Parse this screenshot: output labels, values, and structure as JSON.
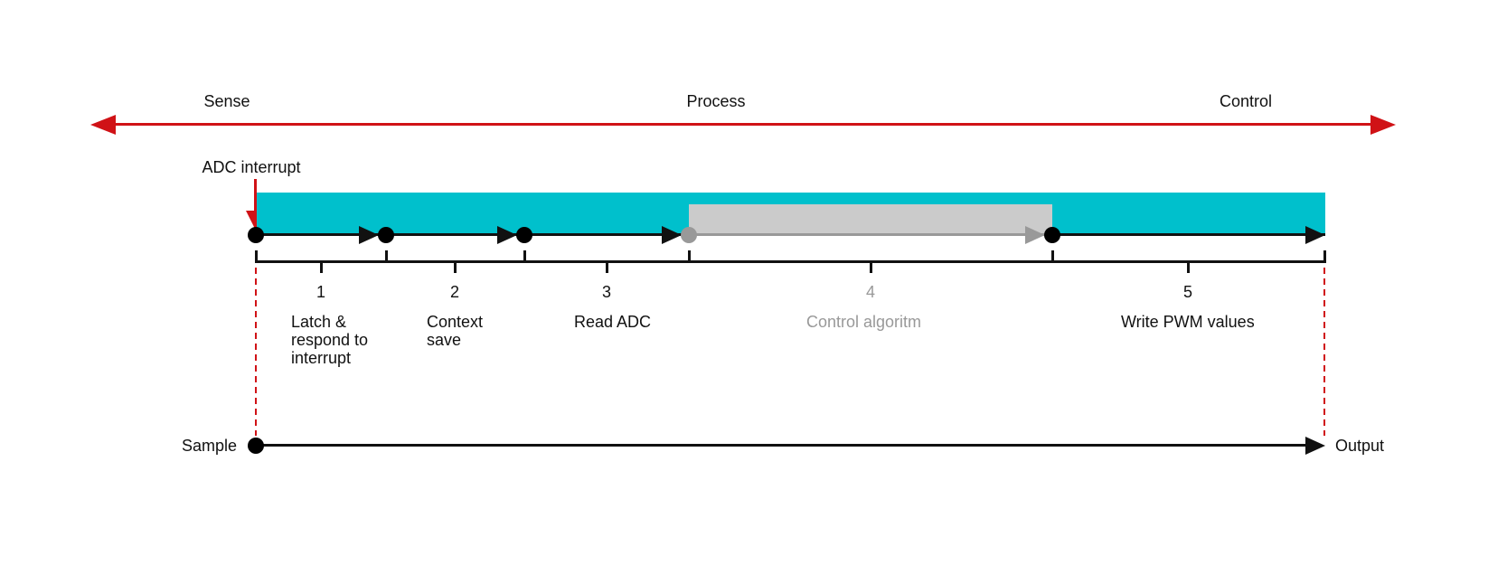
{
  "phases": [
    {
      "label": "Sense"
    },
    {
      "label": "Process"
    },
    {
      "label": "Control"
    }
  ],
  "annotations": {
    "adc_interrupt": "ADC interrupt",
    "sample": "Sample",
    "output": "Output"
  },
  "steps": [
    {
      "number": "1",
      "label": "Latch &\nrespond to\ninterrupt"
    },
    {
      "number": "2",
      "label": "Context\nsave"
    },
    {
      "number": "3",
      "label": "Read ADC"
    },
    {
      "number": "4",
      "label": "Control algoritm"
    },
    {
      "number": "5",
      "label": "Write PWM values"
    }
  ],
  "colors": {
    "accent_red": "#D01216",
    "bar_cyan": "#00C0CC",
    "highlight_gray": "#CBCBCB",
    "dim_gray": "#999999",
    "text": "#111111"
  }
}
